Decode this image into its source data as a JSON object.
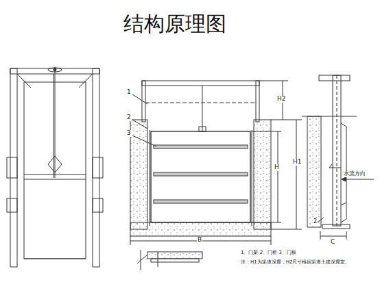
{
  "diagram": {
    "title": "结构原理图",
    "labels": [
      "1",
      "2",
      "3",
      "H2",
      "H1",
      "H",
      "B",
      "水流方向",
      "1、门架  2、门框  3、门板",
      "注：H1为渠道深度，H2尺寸根据渠道土建深度定。",
      "C",
      "2"
    ]
  }
}
